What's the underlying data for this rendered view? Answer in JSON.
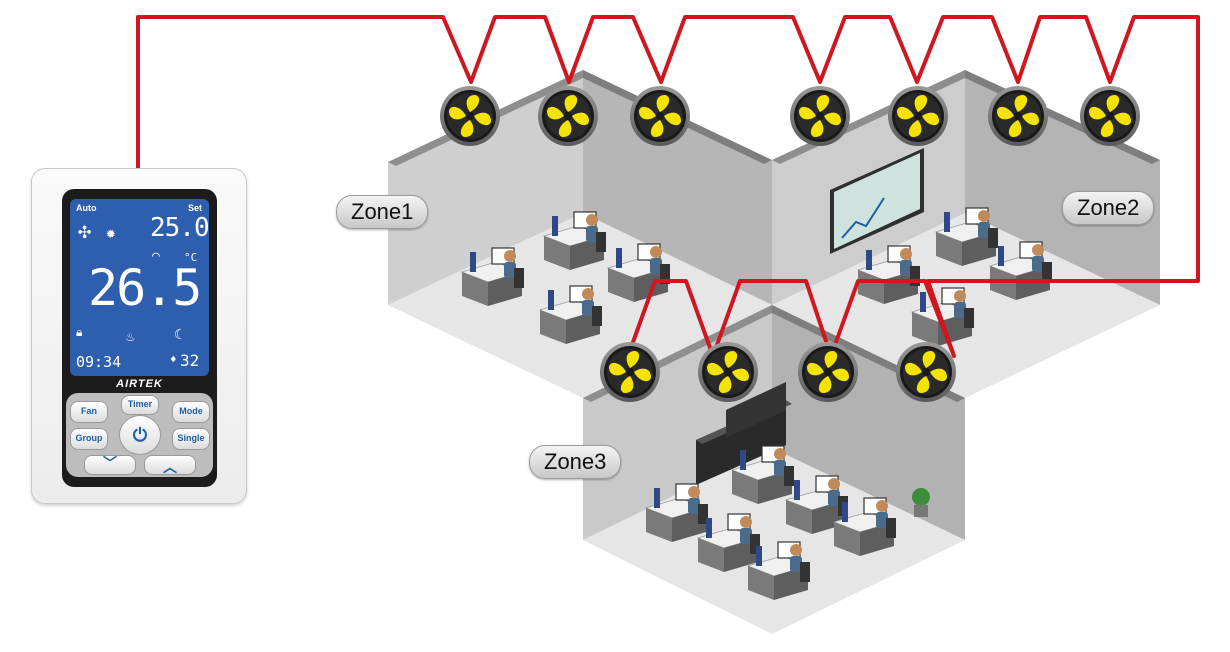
{
  "zones": [
    {
      "id": "zone1",
      "label": "Zone1"
    },
    {
      "id": "zone2",
      "label": "Zone2"
    },
    {
      "id": "zone3",
      "label": "Zone3"
    }
  ],
  "thermostat": {
    "brand": "AIRTEK",
    "lcd": {
      "mode": "Auto",
      "set_label": "Set",
      "set_temp": "25.0",
      "room_temp": "26.5",
      "unit": "°C",
      "time": "09:34",
      "humidity": "32"
    },
    "buttons": {
      "fan": "Fan",
      "timer": "Timer",
      "mode": "Mode",
      "group": "Group",
      "single": "Single",
      "power": "⏻",
      "down": "﹀",
      "up": "︿"
    }
  },
  "colors": {
    "wire": "#d0161f",
    "fan_blade": "#f4e400",
    "lcd": "#2e5faf",
    "wall": "#bcbcbc",
    "floor": "#e7e7e7"
  },
  "icons": [
    "fan-icon",
    "sun-icon",
    "wifi-icon",
    "lock-icon",
    "sleep-icon",
    "drop-icon",
    "power-icon"
  ]
}
